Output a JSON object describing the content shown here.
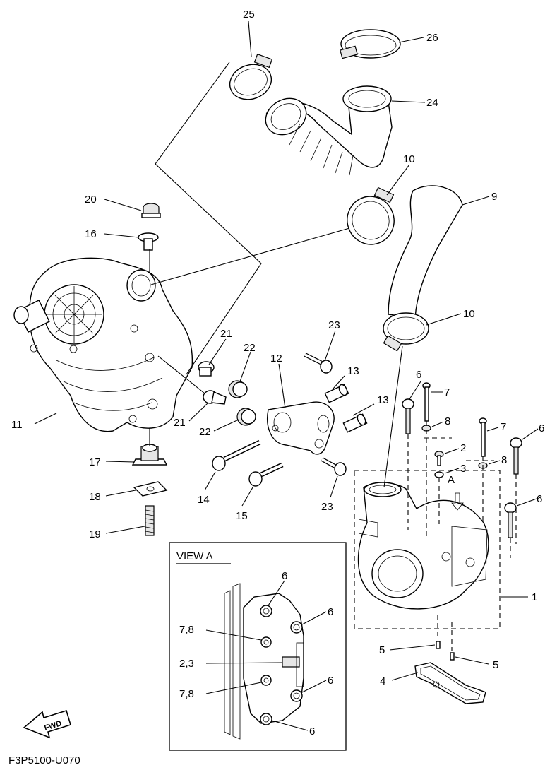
{
  "callouts": {
    "c1": "1",
    "c2": "2",
    "c3": "3",
    "c4": "4",
    "c5a": "5",
    "c5b": "5",
    "c6a": "6",
    "c6b": "6",
    "c6c": "6",
    "c7a": "7",
    "c7b": "7",
    "c8a": "8",
    "c8b": "8",
    "c9": "9",
    "c10a": "10",
    "c10b": "10",
    "c11": "11",
    "c12": "12",
    "c13a": "13",
    "c13b": "13",
    "c14": "14",
    "c15": "15",
    "c16": "16",
    "c17": "17",
    "c18": "18",
    "c19": "19",
    "c20": "20",
    "c21a": "21",
    "c21b": "21",
    "c22a": "22",
    "c22b": "22",
    "c23a": "23",
    "c23b": "23",
    "c24": "24",
    "c25": "25",
    "c26": "26",
    "arrowA": "A"
  },
  "viewA": {
    "title": "VIEW A",
    "c6a": "6",
    "c6b": "6",
    "c6c": "6",
    "c6d": "6",
    "c78a": "7,8",
    "c23": "2,3",
    "c78b": "7,8"
  },
  "fwd": "FWD",
  "figure_code": "F3P5100-U070"
}
